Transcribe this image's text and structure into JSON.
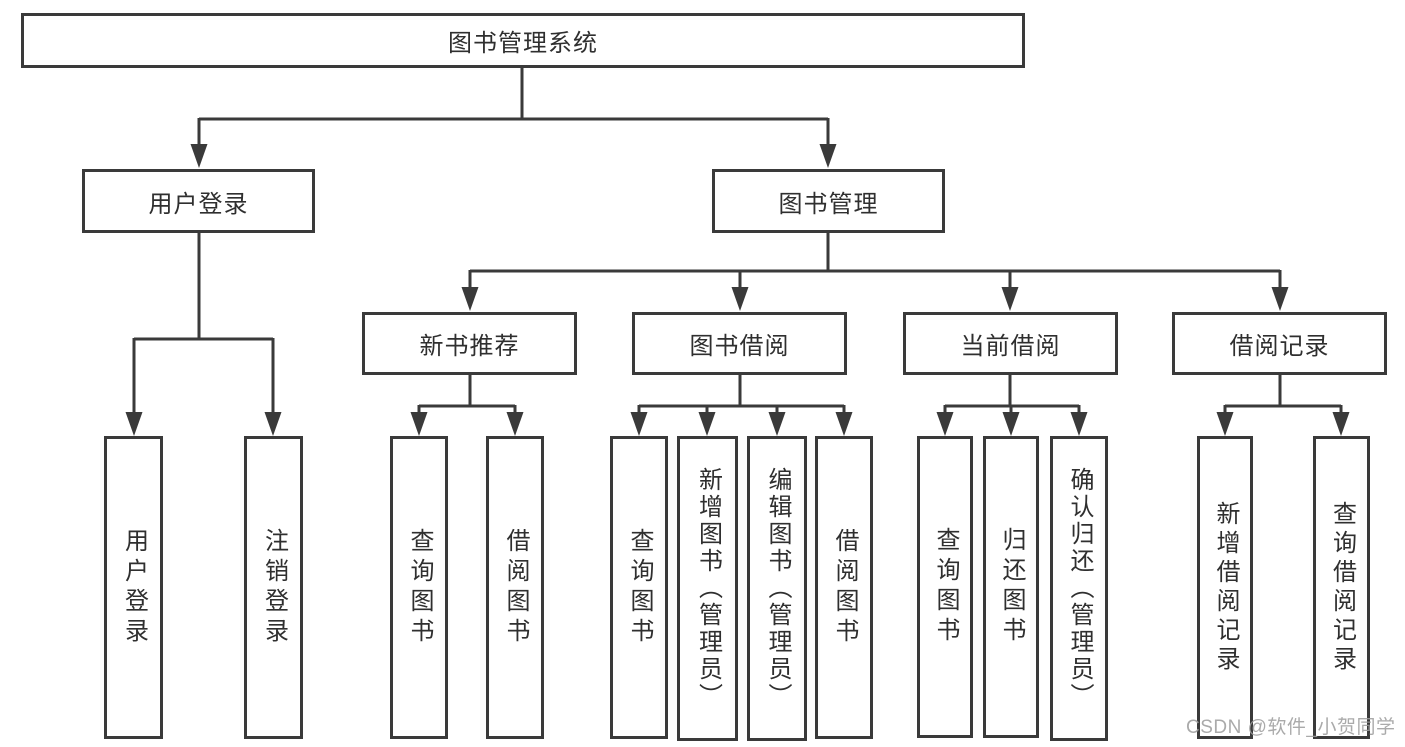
{
  "colors": {
    "line": "#3a3a3a",
    "box_border": "#3a3a3a",
    "text": "#2f2f2f",
    "background": "#ffffff",
    "watermark_text_color": "#9e9e9e"
  },
  "watermark": {
    "text": "CSDN @软件_小贺同学"
  },
  "tree": {
    "root": {
      "label": "图书管理系统"
    },
    "user_login": {
      "label": "用户登录",
      "children": [
        {
          "label": "用户登录"
        },
        {
          "label": "注销登录"
        }
      ]
    },
    "book_mgmt": {
      "label": "图书管理",
      "sections": [
        {
          "label": "新书推荐",
          "children": [
            {
              "label": "查询图书"
            },
            {
              "label": "借阅图书"
            }
          ]
        },
        {
          "label": "图书借阅",
          "children": [
            {
              "label": "查询图书"
            },
            {
              "label": "新增图书（管理员）"
            },
            {
              "label": "编辑图书（管理员）"
            },
            {
              "label": "借阅图书"
            }
          ]
        },
        {
          "label": "当前借阅",
          "children": [
            {
              "label": "查询图书"
            },
            {
              "label": "归还图书"
            },
            {
              "label": "确认归还（管理员）"
            }
          ]
        },
        {
          "label": "借阅记录",
          "children": [
            {
              "label": "新增借阅记录"
            },
            {
              "label": "查询借阅记录"
            }
          ]
        }
      ]
    }
  }
}
